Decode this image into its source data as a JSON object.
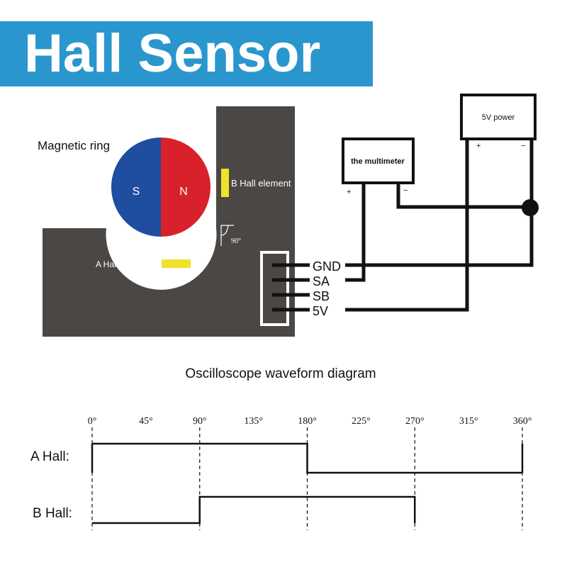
{
  "title": "Hall Sensor",
  "colors": {
    "banner": "#2a96ce",
    "board": "#4b4745",
    "south": "#1f4da0",
    "north": "#d8212a",
    "hall": "#f0e22c",
    "wire": "#111111"
  },
  "labels": {
    "magnetic_ring": "Magnetic ring",
    "south": "S",
    "north": "N",
    "b_hall_element": "B Hall element",
    "a_hall_element": "A Hall element",
    "angle_mark": "90°",
    "multimeter": "the multimeter",
    "multimeter_plus": "+",
    "multimeter_minus": "−",
    "power": "5V power",
    "power_plus": "+",
    "power_minus": "−"
  },
  "pins": [
    "GND",
    "SA",
    "SB",
    "5V"
  ],
  "waveform": {
    "title": "Oscilloscope waveform diagram",
    "angle_ticks": [
      "0°",
      "45°",
      "90°",
      "135°",
      "180°",
      "225°",
      "270°",
      "315°",
      "360°"
    ],
    "a_hall_label": "A Hall:",
    "b_hall_label": "B Hall:",
    "a_hall_signal": [
      [
        0,
        1
      ],
      [
        180,
        1
      ],
      [
        180,
        0
      ],
      [
        360,
        0
      ]
    ],
    "b_hall_signal": [
      [
        0,
        0
      ],
      [
        90,
        0
      ],
      [
        90,
        1
      ],
      [
        270,
        1
      ],
      [
        270,
        0
      ]
    ]
  }
}
